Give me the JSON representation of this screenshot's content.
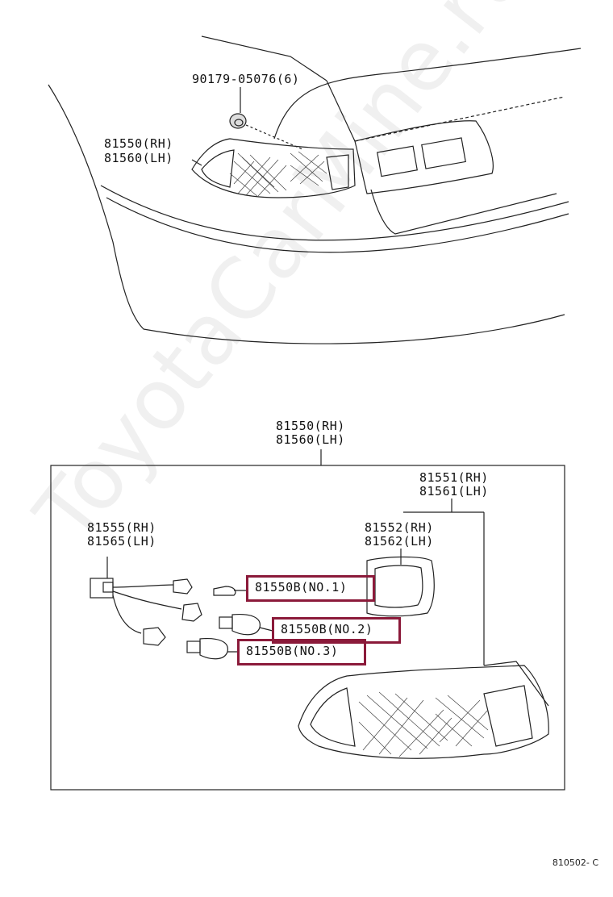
{
  "top": {
    "clip_part": "90179-05076(6)",
    "lamp_rh": "81550(RH)",
    "lamp_lh": "81560(LH)"
  },
  "assembly": {
    "title_rh": "81550(RH)",
    "title_lh": "81560(LH)",
    "lens_rh": "81551(RH)",
    "lens_lh": "81561(LH)",
    "gasket_rh": "81552(RH)",
    "gasket_lh": "81562(LH)",
    "socket_rh": "81555(RH)",
    "socket_lh": "81565(LH)"
  },
  "bulbs": [
    {
      "label": "81550B(NO.1)"
    },
    {
      "label": "81550B(NO.2)"
    },
    {
      "label": "81550B(NO.3)"
    }
  ],
  "highlight_color": "#8b1a3a",
  "diagram_code": "810502- C",
  "watermark": "ToyotaCarMine.ru"
}
